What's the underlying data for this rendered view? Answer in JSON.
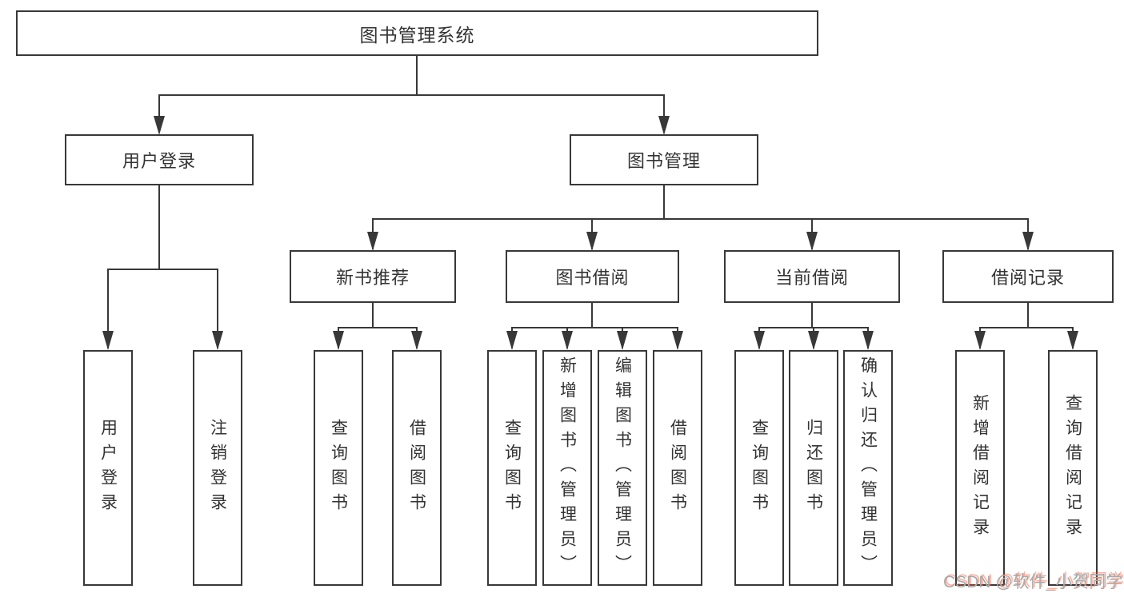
{
  "tree": {
    "label": "图书管理系统",
    "children": [
      {
        "label": "用户登录",
        "children": [
          {
            "label": "用户登录"
          },
          {
            "label": "注销登录"
          }
        ]
      },
      {
        "label": "图书管理",
        "children": [
          {
            "label": "新书推荐",
            "children": [
              {
                "label": "查询图书"
              },
              {
                "label": "借阅图书"
              }
            ]
          },
          {
            "label": "图书借阅",
            "children": [
              {
                "label": "查询图书"
              },
              {
                "label": "新增图书（管理员）"
              },
              {
                "label": "编辑图书（管理员）"
              },
              {
                "label": "借阅图书"
              }
            ]
          },
          {
            "label": "当前借阅",
            "children": [
              {
                "label": "查询图书"
              },
              {
                "label": "归还图书"
              },
              {
                "label": "确认归还（管理员）"
              }
            ]
          },
          {
            "label": "借阅记录",
            "children": [
              {
                "label": "新增借阅记录"
              },
              {
                "label": "查询借阅记录"
              }
            ]
          }
        ]
      }
    ]
  },
  "watermark": {
    "text": "CSDN @软件_小贺同学"
  },
  "palette": {
    "line": "#383838",
    "box_fill": "#ffffff",
    "text": "#333333",
    "watermark_gray": "#a8a8a8",
    "watermark_red": "#fc5531"
  }
}
